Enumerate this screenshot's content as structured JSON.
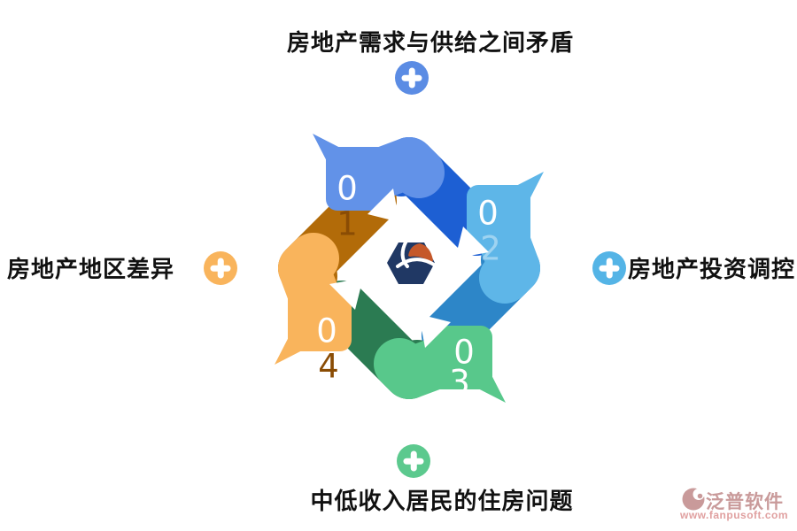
{
  "title_labels": {
    "top": {
      "text": "房地产需求与供给之间矛盾",
      "icon": "plus-icon",
      "icon_color": "#5b8ce4"
    },
    "right": {
      "text": "房地产投资调控",
      "icon": "plus-icon",
      "icon_color": "#54b4e6"
    },
    "bottom": {
      "text": "中低收入居民的住房问题",
      "icon": "plus-icon",
      "icon_color": "#5cc98e"
    },
    "left": {
      "text": "房地产地区差异",
      "icon": "plus-icon",
      "icon_color": "#f9b45c"
    }
  },
  "diagram": {
    "type": "cycle",
    "direction": "counterclockwise",
    "arrows": [
      {
        "id": "arrow-01",
        "number": "01",
        "digits": [
          "0",
          "1"
        ],
        "position": "top",
        "head_color": "#6292e8",
        "tail_color": "#1d5fd3",
        "digit1_color": "#ffffff",
        "digit2_color": "#8a4c04"
      },
      {
        "id": "arrow-02",
        "number": "02",
        "digits": [
          "0",
          "2"
        ],
        "position": "right",
        "head_color": "#5eb6e8",
        "tail_color": "#2d86c8",
        "digit1_color": "#ffffff",
        "digit2_color": "rgba(255,255,255,0.4)"
      },
      {
        "id": "arrow-03",
        "number": "03",
        "digits": [
          "0",
          "3"
        ],
        "position": "bottom",
        "head_color": "#58c88b",
        "tail_color": "#2b7b52",
        "digit1_color": "#ffffff",
        "digit2_color": "#ffffff"
      },
      {
        "id": "arrow-04",
        "number": "04",
        "digits": [
          "0",
          "4"
        ],
        "position": "left",
        "head_color": "#f9b45c",
        "tail_color": "#b26b09",
        "digit1_color": "#ffffff",
        "digit2_color": "#8a4c04"
      }
    ],
    "center_logo": {
      "navy": "#203864",
      "red": "#c5582a"
    }
  },
  "watermark": {
    "brand": "泛普软件",
    "url": "www.fanpusoft.com",
    "brand_color": "#c99a9a",
    "url_color": "#e0a0a0"
  }
}
